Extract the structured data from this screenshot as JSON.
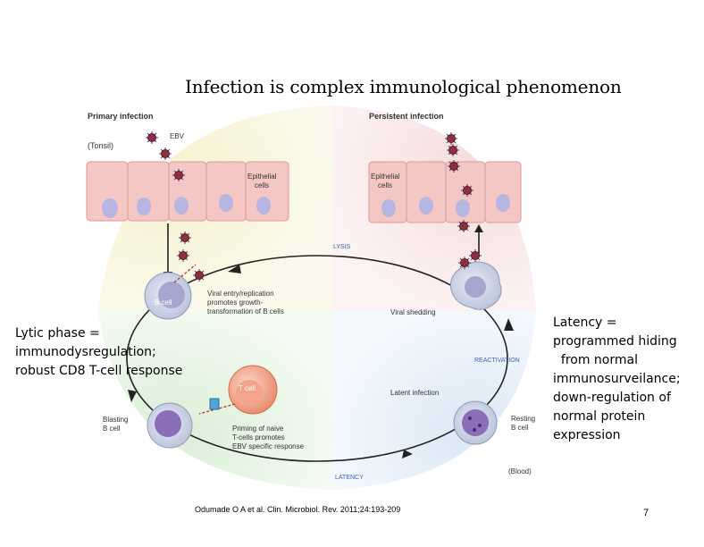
{
  "slide": {
    "title": "Infection is complex immunological phenomenon",
    "left_note": "Lytic phase =\nimmunodysregulation;\nrobust CD8 T-cell response",
    "right_note": "Latency =\nprogrammed hiding\n  from normal\nimmunosurveilance;\ndown-regulation of\nnormal protein\nexpression",
    "citation": "Odumade O A et al. Clin. Microbiol. Rev. 2011;24:193-209",
    "page_number": "7"
  },
  "figure": {
    "primary_infection": "Primary infection",
    "tonsil": "(Tonsil)",
    "ebv": "EBV",
    "epithelial_cells_left_1": "Epithelial",
    "epithelial_cells_left_2": "cells",
    "persistent_infection": "Persistent infection",
    "epithelial_cells_right_1": "Epithelial",
    "epithelial_cells_right_2": "cells",
    "lysis": "LYSIS",
    "b_cell": "B cell",
    "viral_entry_1": "Viral entry/replication",
    "viral_entry_2": "promotes growth-",
    "viral_entry_3": "transformation of B cells",
    "viral_shedding": "Viral shedding",
    "reactivation": "REACTIVATION",
    "t_cell": "T cell",
    "latent_infection": "Latent infection",
    "blasting_1": "Blasting",
    "blasting_2": "B cell",
    "priming_1": "Priming of naive",
    "priming_2": "T-cells promotes",
    "priming_3": "EBV specific response",
    "resting_1": "Resting",
    "resting_2": "B cell",
    "blood": "(Blood)",
    "latency": "LATENCY"
  }
}
